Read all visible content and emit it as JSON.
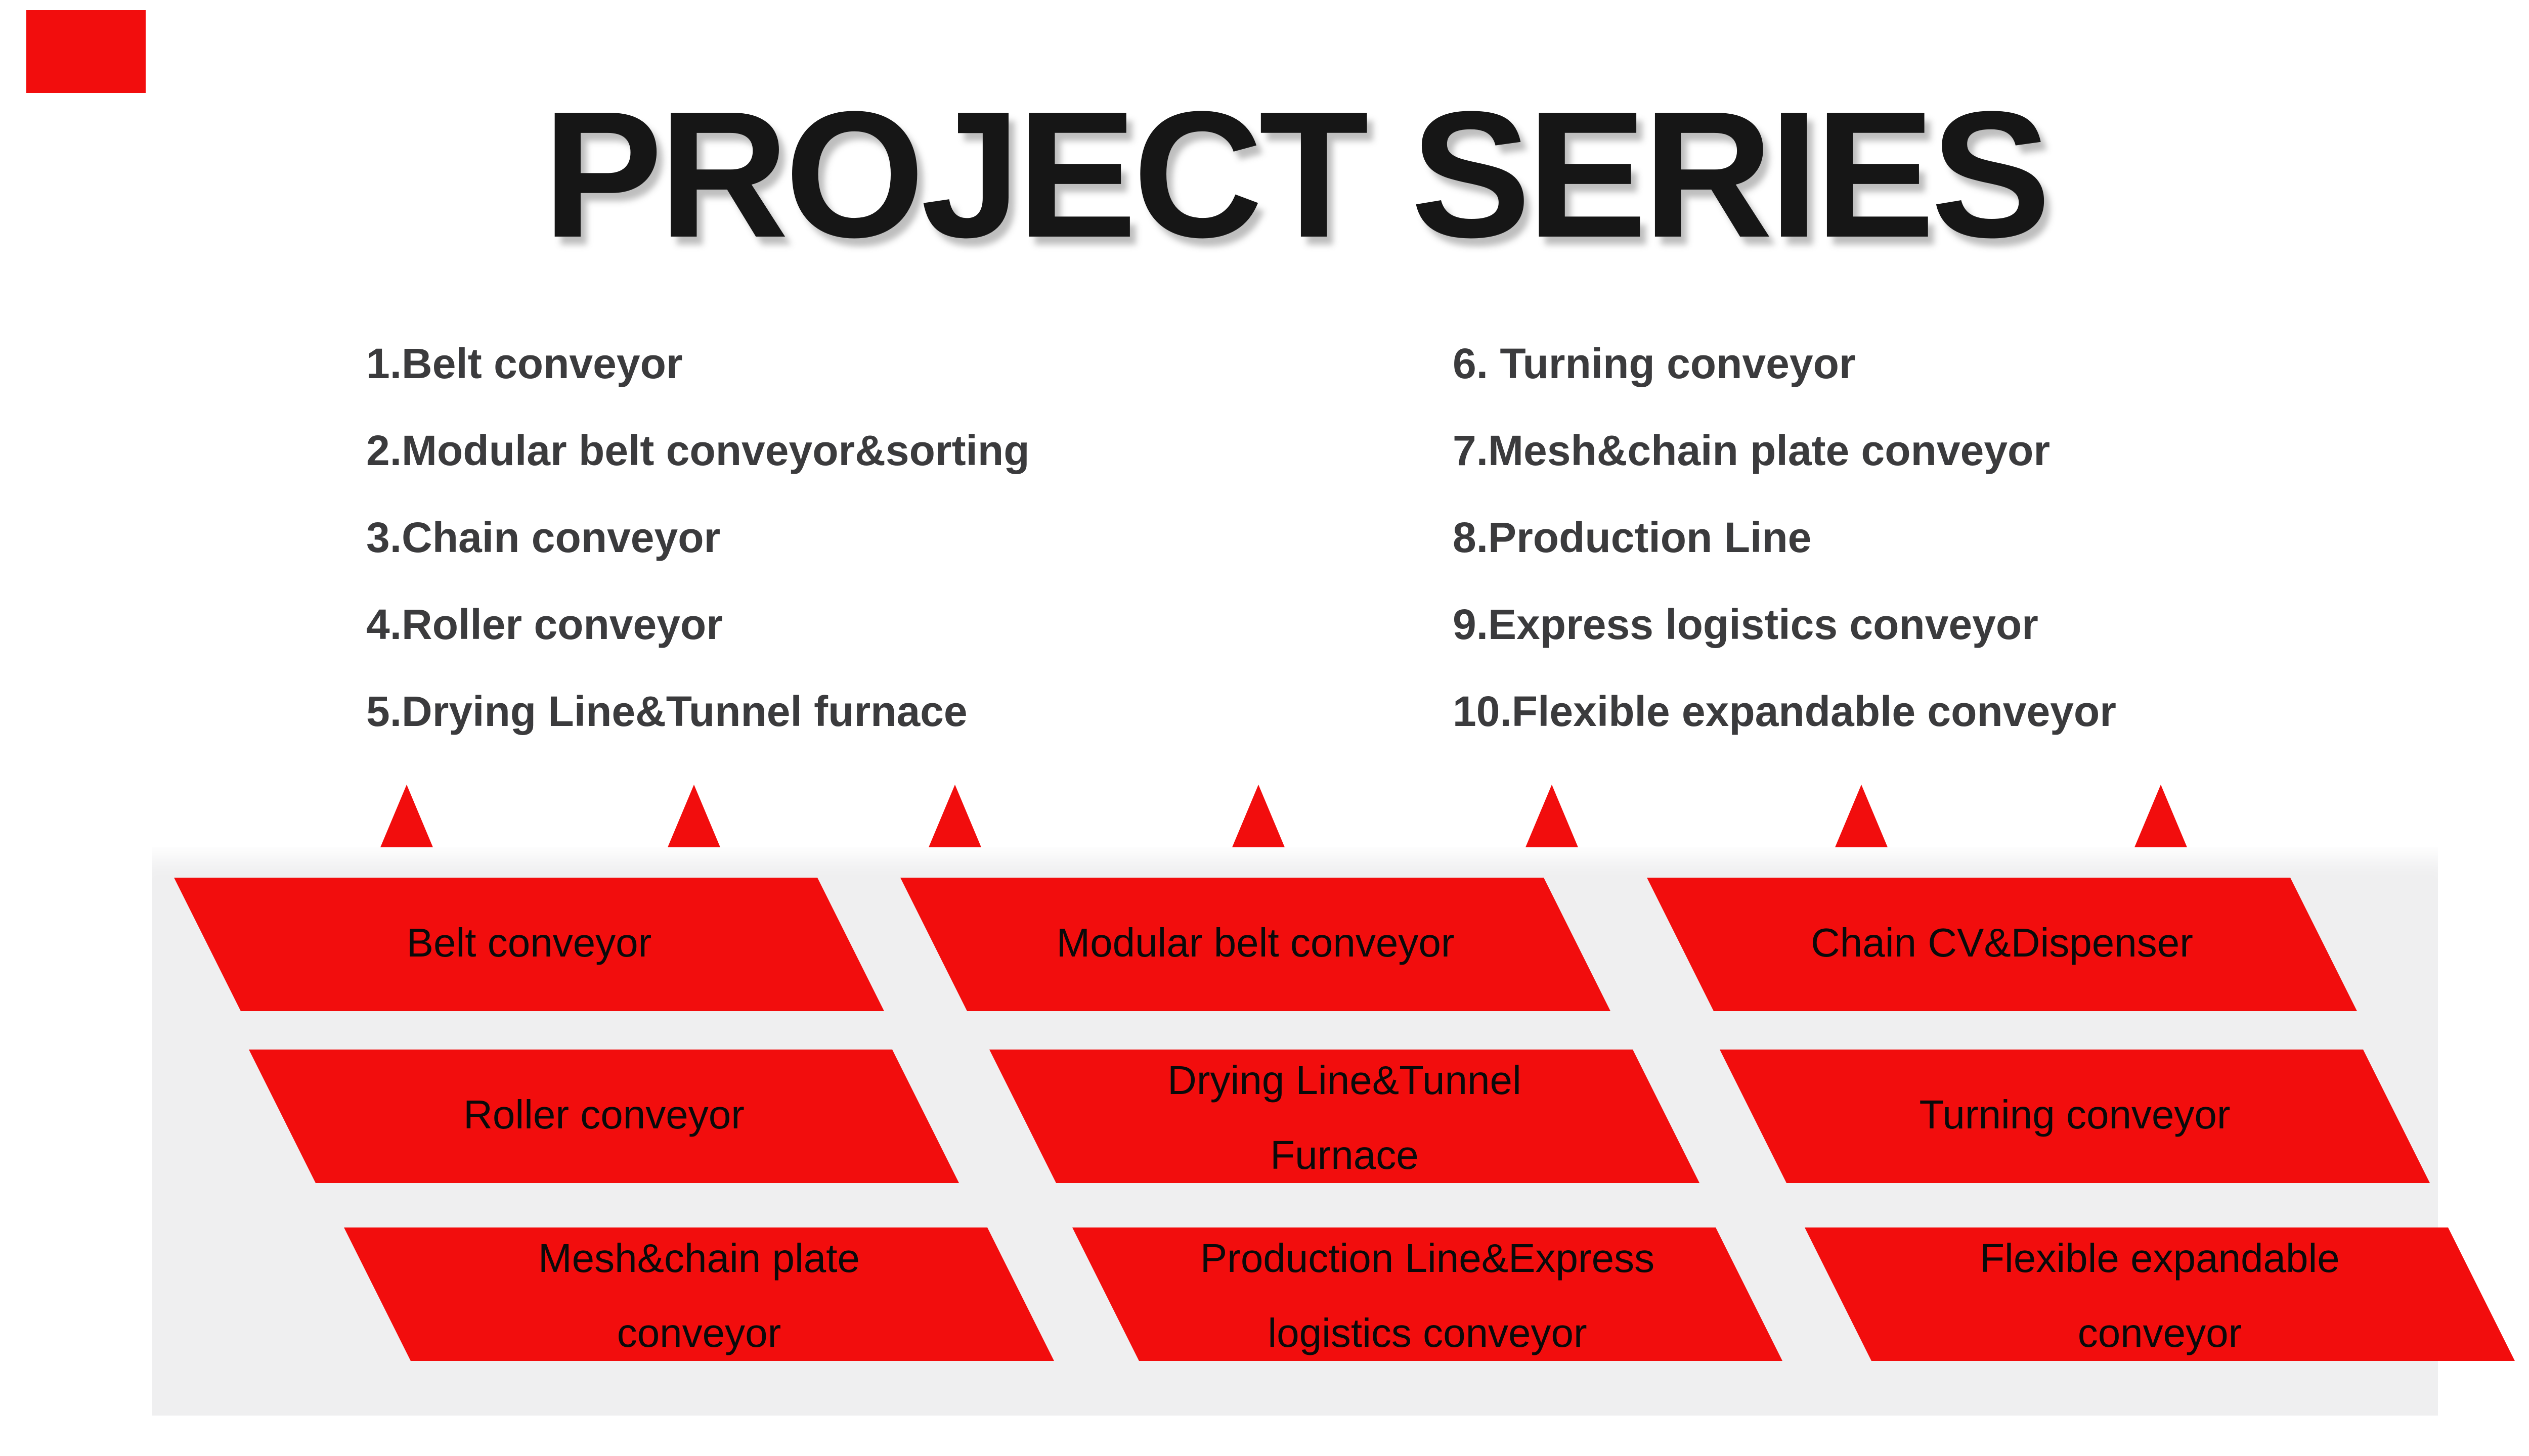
{
  "title": "PROJECT SERIES",
  "colors": {
    "red": "#f20d0d",
    "panel_bg": "#efeff0",
    "list_text": "#3b3b3d",
    "title_text": "#161616",
    "label_text": "#0a0a0a"
  },
  "list_left": {
    "items": [
      {
        "label": "1.Belt conveyor"
      },
      {
        "label": "2.Modular belt conveyor&sorting"
      },
      {
        "label": "3.Chain conveyor"
      },
      {
        "label": "4.Roller conveyor"
      },
      {
        "label": "5.Drying Line&Tunnel furnace"
      }
    ]
  },
  "list_right": {
    "items": [
      {
        "label": "6. Turning conveyor"
      },
      {
        "label": "7.Mesh&chain plate conveyor"
      },
      {
        "label": "8.Production Line"
      },
      {
        "label": "9.Express logistics conveyor"
      },
      {
        "label": "10.Flexible expandable conveyor"
      }
    ]
  },
  "markers": {
    "pointer_count": 7
  },
  "panel": {
    "cells": [
      {
        "line1": "Belt conveyor",
        "line2": ""
      },
      {
        "line1": "Modular belt conveyor",
        "line2": ""
      },
      {
        "line1": "Chain CV&Dispenser",
        "line2": ""
      },
      {
        "line1": "Roller conveyor",
        "line2": ""
      },
      {
        "line1": "Drying Line&Tunnel",
        "line2": "Furnace"
      },
      {
        "line1": "Turning conveyor",
        "line2": ""
      },
      {
        "line1": "Mesh&chain plate",
        "line2": "conveyor"
      },
      {
        "line1": "Production Line&Express",
        "line2": "logistics conveyor"
      },
      {
        "line1": "Flexible expandable",
        "line2": "conveyor"
      }
    ]
  }
}
